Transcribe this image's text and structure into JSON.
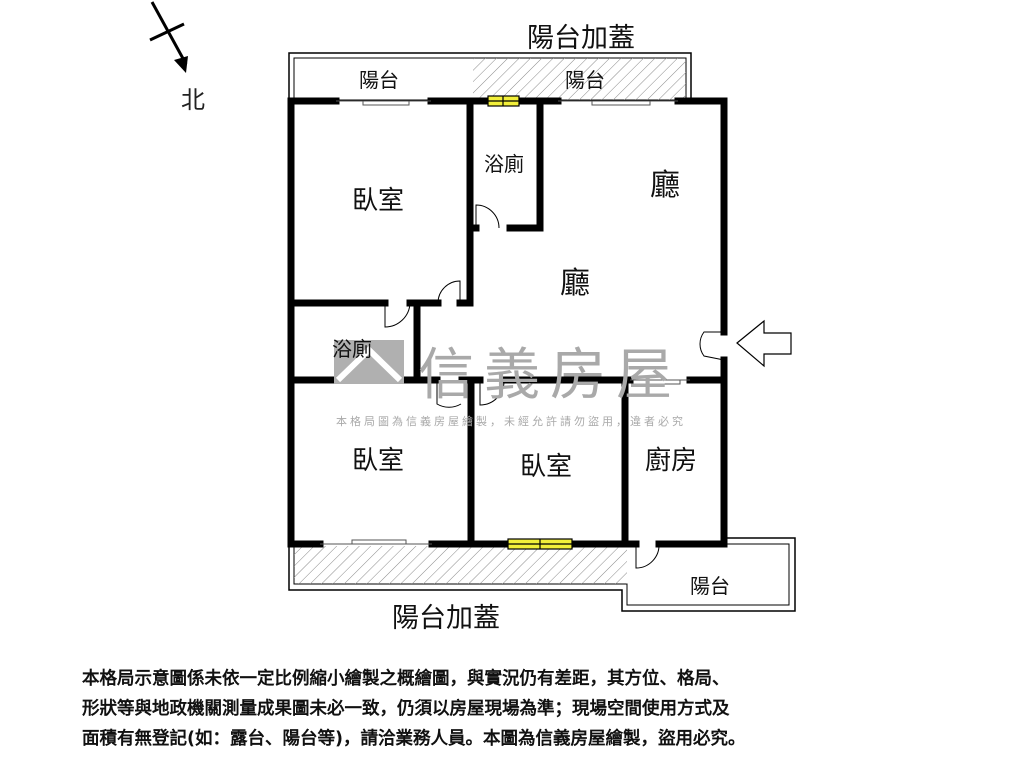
{
  "compass": {
    "north_label": "北",
    "icon": "north-arrow-icon"
  },
  "rooms": {
    "bedroom_nw": "臥室",
    "bath_upper": "浴廁",
    "living_upper": "廳",
    "living_center": "廳",
    "bath_left": "浴廁",
    "bedroom_sw": "臥室",
    "bedroom_s": "臥室",
    "kitchen": "廚房"
  },
  "balconies": {
    "top_left": "陽台",
    "top_right": "陽台",
    "bottom_right": "陽台",
    "covered_top": "陽台加蓋",
    "covered_bottom": "陽台加蓋"
  },
  "entrance": {
    "icon": "entrance-arrow-icon"
  },
  "watermark": {
    "brand": "信義房屋",
    "notice": "本格局圖為信義房屋繪製，未經允許請勿盜用，違者必究"
  },
  "colors": {
    "wall": "#000000",
    "window_glass": "#f2ef3a",
    "hatch": "#8a8a8a",
    "watermark": "#a9a9a9"
  },
  "disclaimer": {
    "lines": [
      "本格局示意圖係未依一定比例縮小繪製之概繪圖，與實況仍有差距，其方位、格局、",
      "形狀等與地政機關測量成果圖未必一致，仍須以房屋現場為準；現場空間使用方式及",
      "面積有無登記(如：露台、陽台等)，請洽業務人員。本圖為信義房屋繪製，盜用必究。"
    ]
  }
}
